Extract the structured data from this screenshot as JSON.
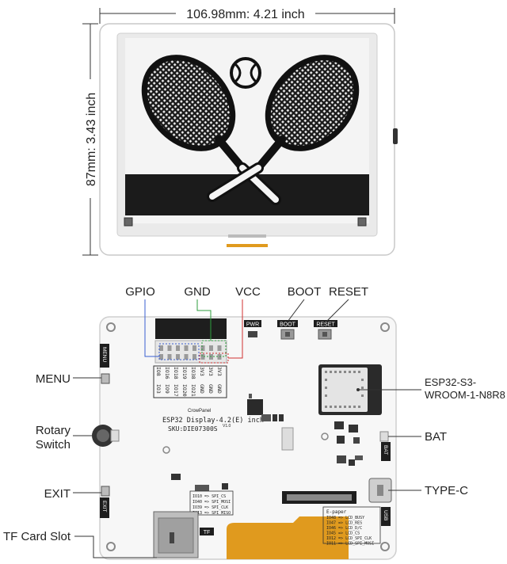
{
  "dimensions": {
    "width": "106.98mm: 4.21 inch",
    "height": "87mm: 3.43 inch"
  },
  "callouts": {
    "gpio": "GPIO",
    "gnd": "GND",
    "vcc": "VCC",
    "boot": "BOOT",
    "reset": "RESET",
    "menu": "MENU",
    "rotary_line1": "Rotary",
    "rotary_line2": "Switch",
    "exit": "EXIT",
    "tf_card": "TF Card Slot",
    "module_line1": "ESP32-S3-",
    "module_line2": "WROOM-1-N8R8",
    "bat": "BAT",
    "type_c": "TYPE-C"
  },
  "silkscreen": {
    "pwr": "PWR",
    "boot": "BOOT",
    "reset": "RESET",
    "menu": "MENU",
    "exit": "EXIT",
    "bat": "BAT",
    "usb": "USB",
    "tf": "TF",
    "brand": "CrowPanel",
    "board_name": "ESP32 Display-4.2(E) inch",
    "sku": "SKU:DIE07300S",
    "version": "V1.0",
    "gpio_grid": [
      [
        "IO8",
        "IO3"
      ],
      [
        "IO16",
        "IO9"
      ],
      [
        "IO18",
        "IO17"
      ],
      [
        "IO19",
        "IO20"
      ],
      [
        "IO38",
        "IO21"
      ],
      [
        "3V3",
        "GND"
      ],
      [
        "3V3",
        "GND"
      ],
      [
        "3V3",
        "GND"
      ]
    ],
    "spi_pins": [
      "IO10 => SPI_CS",
      "IO40 => SPI_MOSI",
      "IO39 => SPI_CLK",
      "IO13 => SPI_MISO"
    ],
    "epaper_title": "E-paper",
    "epaper_pins": [
      "IO48 => LCD_BUSY",
      "IO47 => LCD_RES",
      "IO46 => LCD_D/C",
      "IO45 => LCD_CS",
      "IO12 => LCD_SPI_CLK",
      "IO11 => LCD_SPI_MOSI"
    ]
  },
  "colors": {
    "board": "#f7f7f7",
    "outline": "#222222",
    "gpio_line": "#3a5fd0",
    "gnd_line": "#2e9e3e",
    "vcc_line": "#d03030",
    "fpc": "#e09a1e"
  }
}
